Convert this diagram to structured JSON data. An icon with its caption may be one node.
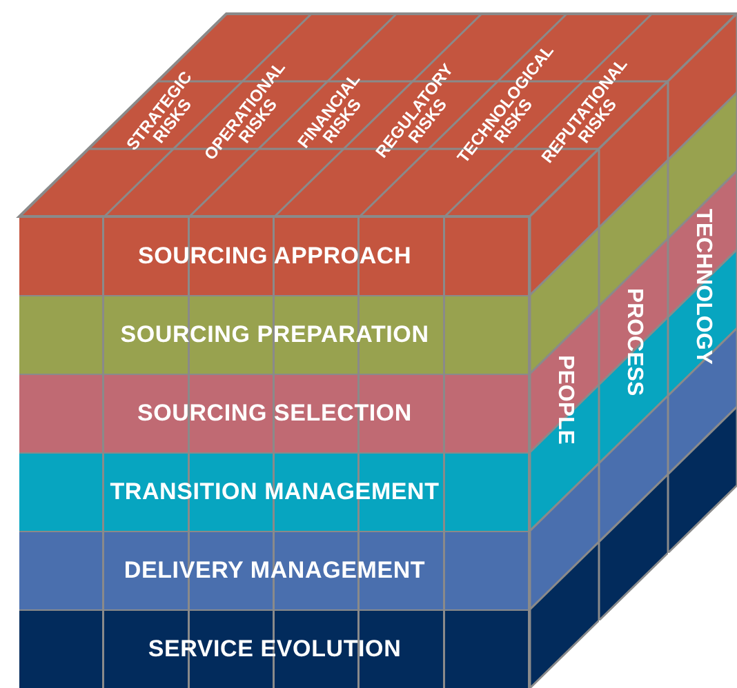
{
  "diagram": {
    "nodes": [
      {
        "text": [
          "SOURCING APPROACH"
        ]
      },
      {
        "text": [
          "SOURCING PREPARATION"
        ]
      },
      {
        "text": [
          "SOURCING SELECTION"
        ]
      },
      {
        "text": [
          "TRANSITION MANAGEMENT"
        ]
      },
      {
        "text": [
          "DELIVERY MANAGEMENT"
        ]
      },
      {
        "text": [
          "SERVICE EVOLUTION"
        ]
      },
      {
        "text": [
          "PEOPLE"
        ]
      },
      {
        "text": [
          "PROCESS"
        ]
      },
      {
        "text": [
          "TECHNOLOGY"
        ]
      }
    ],
    "labels": [
      "STRATEGIC RISKS",
      "OPERATIONAL RISKS",
      "FINANCIAL RISKS",
      "REGULATORY RISKS",
      "TECHNOLOGICAL RISKS",
      "REPUTATIONAL RISKS"
    ]
  }
}
